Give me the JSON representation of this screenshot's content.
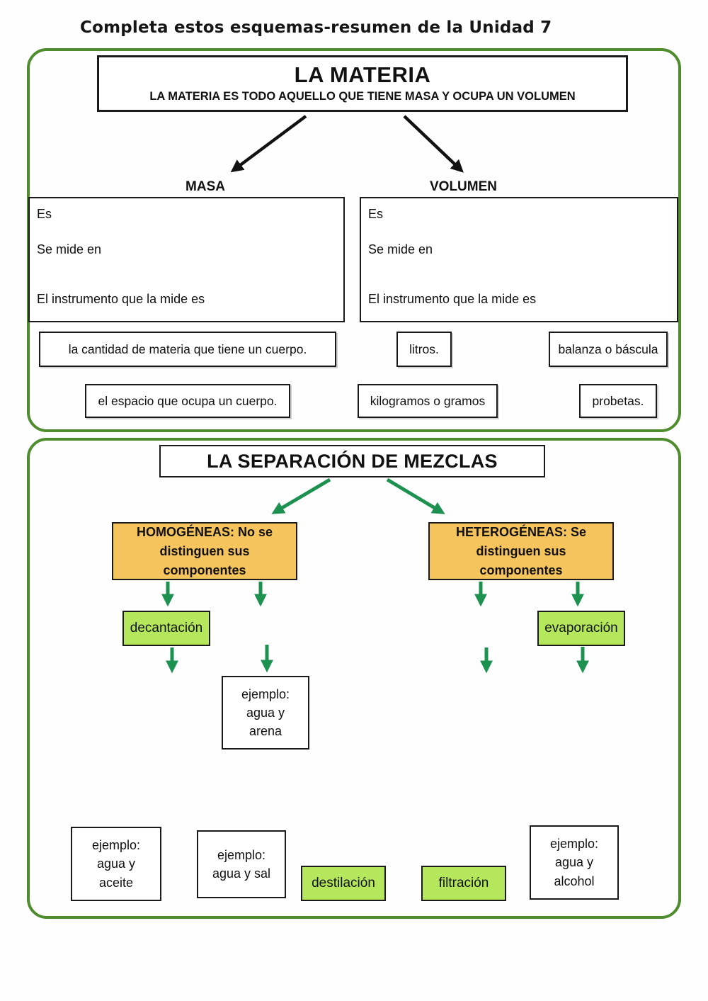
{
  "title": "Completa estos esquemas-resumen de la Unidad 7",
  "colors": {
    "panel_border_green": "#4e8c2e",
    "diagram_arrow_green": "#1d9150",
    "diagram_arrow_black": "#111111",
    "orange_fill": "#f6c45c",
    "green_fill": "#b5e75d",
    "box_border": "#1a1a1a"
  },
  "materia": {
    "header_title": "LA MATERIA",
    "header_subtitle": "LA MATERIA ES TODO AQUELLO QUE TIENE MASA Y OCUPA UN VOLUMEN",
    "masa_label": "MASA",
    "volumen_label": "VOLUMEN",
    "prompts": {
      "es": "Es",
      "se_mide_en": "Se mide en",
      "instrumento": "El instrumento que la mide es"
    },
    "tokens": {
      "cantidad": "la cantidad de materia que tiene un cuerpo.",
      "litros": "litros.",
      "balanza": "balanza o báscula",
      "espacio": "el espacio que ocupa un cuerpo.",
      "kilogramos": "kilogramos o gramos",
      "probetas": "probetas."
    }
  },
  "mezclas": {
    "header_title": "LA SEPARACIÓN DE MEZCLAS",
    "homogeneas_label": "HOMOGÉNEAS: No se distinguen sus componentes",
    "heterogeneas_label": "HETEROGÉNEAS: Se distinguen sus componentes",
    "tokens": {
      "decantacion": "decantación",
      "evaporacion": "evaporación",
      "destilacion": "destilación",
      "filtracion": "filtración",
      "ejemplo_arena": "ejemplo:\nagua y\narena",
      "ejemplo_aceite": "ejemplo:\nagua y\naceite",
      "ejemplo_sal": "ejemplo:\nagua y sal",
      "ejemplo_alcohol": "ejemplo:\nagua y\nalcohol"
    }
  }
}
